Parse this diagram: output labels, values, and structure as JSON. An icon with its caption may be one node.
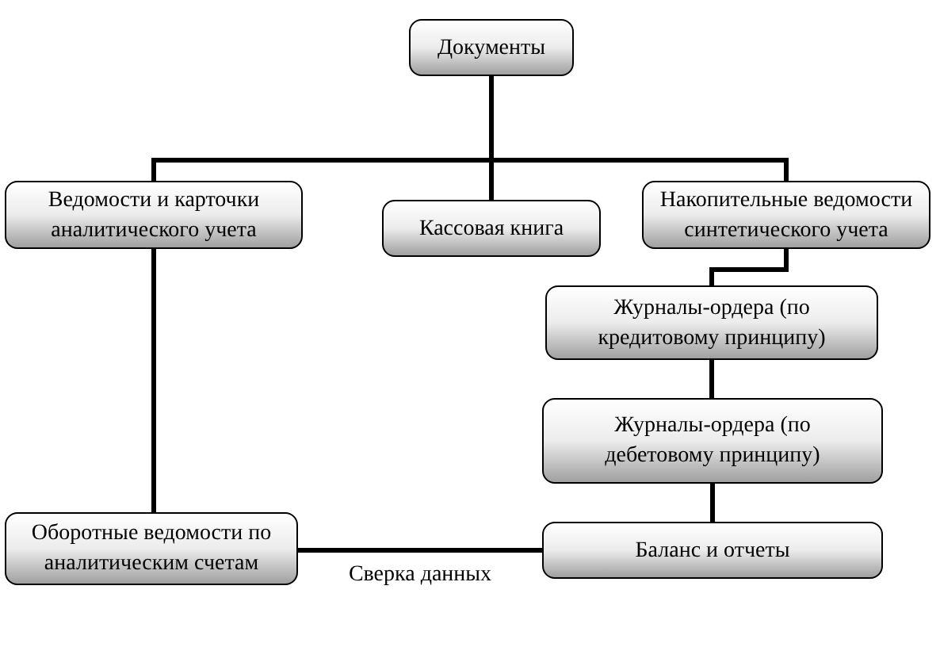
{
  "diagram": {
    "nodes": [
      {
        "text": [
          "Документы"
        ]
      },
      {
        "text": [
          "Ведомости и карточки аналитического учета"
        ]
      },
      {
        "text": [
          "Кассовая книга"
        ]
      },
      {
        "text": [
          "Накопительные ведомости синтетического учета"
        ]
      },
      {
        "text": [
          "Журналы-ордера (по кредитовому принципу)"
        ]
      },
      {
        "text": [
          "Журналы-ордера (по дебетовому принципу)"
        ]
      },
      {
        "text": [
          "Оборотные ведомости по аналитическим счетам"
        ]
      },
      {
        "text": [
          "Баланс и отчеты"
        ]
      }
    ],
    "edges": [
      {
        "from": 0,
        "to": 1,
        "arrow": "none"
      },
      {
        "from": 0,
        "to": 2,
        "arrow": "none"
      },
      {
        "from": 0,
        "to": 3,
        "arrow": "none"
      },
      {
        "from": 3,
        "to": 4,
        "arrow": "none"
      },
      {
        "from": 4,
        "to": 5,
        "arrow": "none"
      },
      {
        "from": 5,
        "to": 7,
        "arrow": "none"
      },
      {
        "from": 1,
        "to": 6,
        "arrow": "none"
      },
      {
        "from": 6,
        "to": 7,
        "arrow": "none",
        "label": "Сверка данных"
      }
    ]
  }
}
